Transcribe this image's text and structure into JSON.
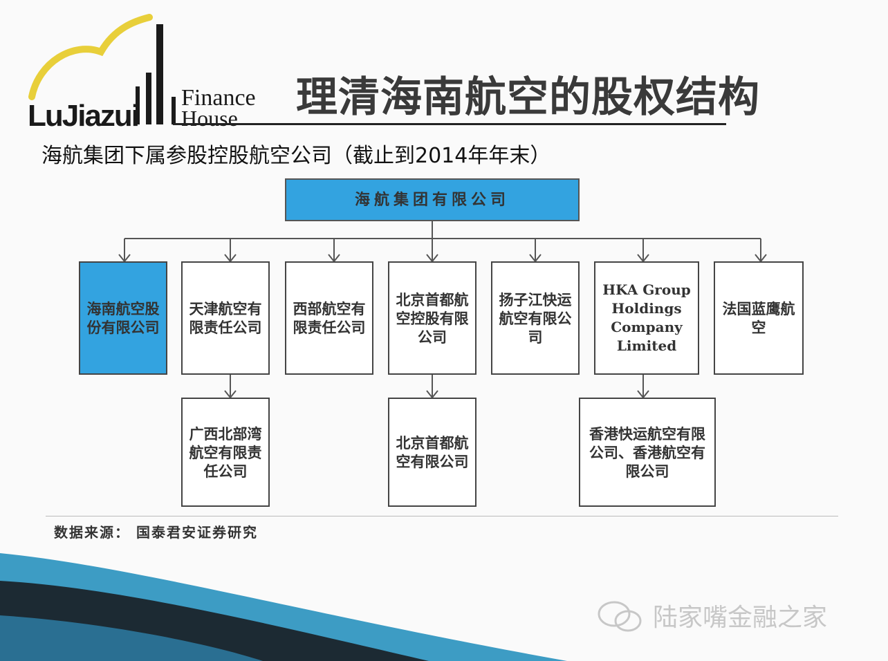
{
  "logo": {
    "brand_text": "LuJiazui",
    "finance_text": "Finance",
    "house_text": "House"
  },
  "title": "理清海南航空的股权结构",
  "subtitle": "海航集团下属参股控股航空公司（截止到2014年年末）",
  "org": {
    "root": "海航集团有限公司",
    "children": [
      {
        "label": "海南航空股份有限公司",
        "highlight": true
      },
      {
        "label": "天津航空有限责任公司",
        "highlight": false
      },
      {
        "label": "西部航空有限责任公司",
        "highlight": false
      },
      {
        "label": "北京首都航空控股有限公司",
        "highlight": false
      },
      {
        "label": "扬子江快运航空有限公司",
        "highlight": false
      },
      {
        "label": "HKA Group Holdings Company Limited",
        "highlight": false
      },
      {
        "label": "法国蓝鹰航空",
        "highlight": false
      }
    ],
    "grandchildren": [
      {
        "label": "广西北部湾航空有限责任公司",
        "parent": "天津航空有限责任公司"
      },
      {
        "label": "北京首都航空有限公司",
        "parent": "北京首都航空控股有限公司"
      },
      {
        "label": "香港快运航空有限公司、香港航空有限公司",
        "parent": "HKA Group Holdings Company Limited"
      }
    ]
  },
  "source": "数据来源：  国泰君安证券研究",
  "watermark": "陆家嘴金融之家",
  "colors": {
    "highlight_box": "#33a3e0",
    "title_text": "#3a3a3a",
    "wave_dark": "#1c2a33",
    "wave_blue": "#3d9cc4",
    "logo_yellow": "#e8cf3a"
  }
}
